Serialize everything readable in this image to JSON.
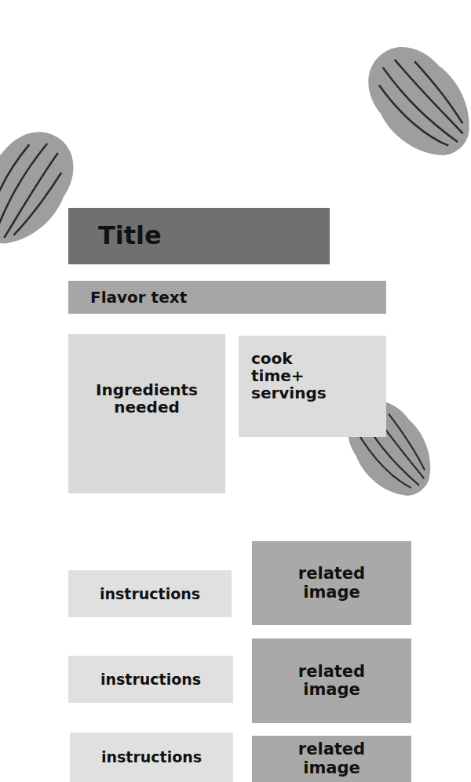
{
  "diagram": {
    "nodes": [
      {
        "text": [
          "Title"
        ]
      },
      {
        "text": [
          "Flavor text"
        ]
      },
      {
        "text": [
          "Ingredients needed"
        ]
      },
      {
        "text": [
          "cook time+ servings"
        ]
      },
      {
        "text": [
          "instructions"
        ]
      },
      {
        "text": [
          "related image"
        ]
      },
      {
        "text": [
          "instructions"
        ]
      },
      {
        "text": [
          "related image"
        ]
      },
      {
        "text": [
          "instructions"
        ]
      },
      {
        "text": [
          "related image"
        ]
      }
    ]
  }
}
